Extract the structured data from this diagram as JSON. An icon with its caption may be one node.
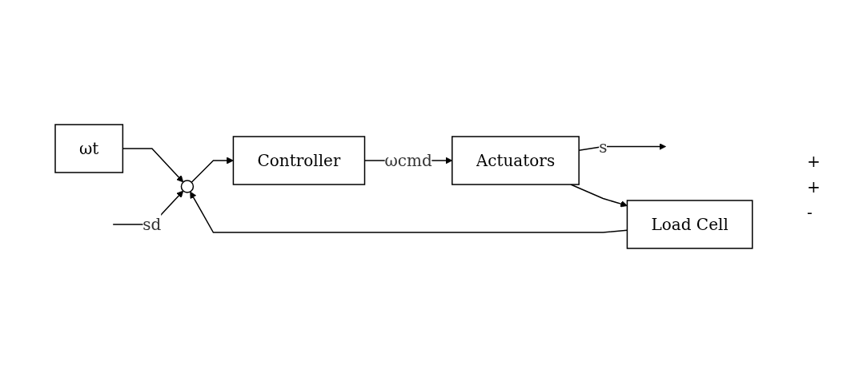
{
  "diagram": {
    "nodes": [
      {
        "text": [
          "ωt"
        ]
      },
      {
        "text": [],
        "shape": "circle"
      },
      {
        "text": [
          "Controller"
        ]
      },
      {
        "text": [
          "Actuators"
        ]
      },
      {
        "text": [
          "Load Cell"
        ]
      }
    ],
    "edges": [
      {
        "from": 0,
        "to": 1,
        "arrow": "to"
      },
      {
        "from": null,
        "to": 1,
        "arrow": "to",
        "label": "sd"
      },
      {
        "from": 1,
        "to": 2,
        "arrow": "to"
      },
      {
        "from": 2,
        "to": 3,
        "arrow": "to",
        "label": "ωcmd"
      },
      {
        "from": 3,
        "to": null,
        "arrow": "to",
        "label": "s"
      },
      {
        "from": 3,
        "to": 4,
        "arrow": "to"
      },
      {
        "from": 4,
        "to": 1,
        "arrow": "to"
      }
    ],
    "labels": [
      "+",
      "+",
      "-"
    ]
  }
}
